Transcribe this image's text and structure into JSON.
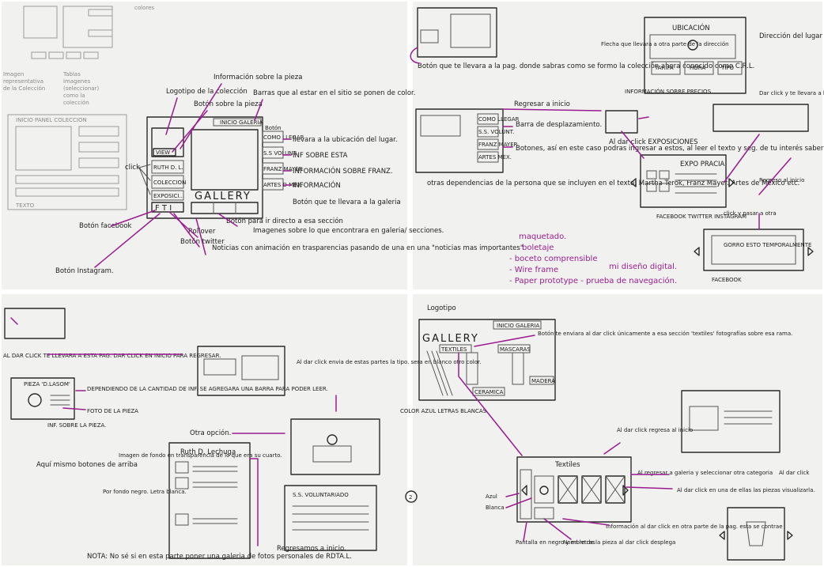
{
  "panel1": {
    "top_faint": "colores",
    "faint_left_1": "Imagen",
    "faint_left_2": "representativa",
    "faint_left_3": "de la Colección",
    "faint_mid_1": "Tablas",
    "faint_mid_2": "imagenes",
    "faint_mid_3": "(seleccionar)",
    "faint_mid_4": "como la",
    "faint_mid_5": "colección",
    "faint_nav": "INICIO  PANEL  COLECCION",
    "faint_texto": "TEXTO",
    "note_logo": "Logotipo de la colección",
    "note_info": "Información sobre la pieza",
    "note_boton_sobre": "Botón sobre la pieza",
    "note_barras": "Barras que al estar en el sitio se ponen de color.",
    "nav": "INICIO  GALERIA",
    "view": "VIEW",
    "menu": [
      "RUTH D. L.",
      "COLECCION",
      "EXPOSICI..."
    ],
    "social": "F T I",
    "click": "click",
    "gallery": "GALLERY",
    "side_menu": [
      "COMO LLEGAR",
      "S.S VOLUNT.",
      "FRANZ MAYER",
      "ARTES D MEX."
    ],
    "boton_label": "Botón",
    "side_notes": [
      "llevara a la ubicación del lugar.",
      "INF SOBRE ESTA",
      "INFORMACIÓN SOBRE FRANZ.",
      "INFORMACIÓN"
    ],
    "note_galeria": "Botón que te llevara a la galeria",
    "note_fb": "Botón facebook",
    "note_rollover": "Rollover",
    "note_twitter": "Botón twitter",
    "note_directo": "Botón para ir directo a esa sección",
    "note_imagenes": "Imagenes sobre lo que encontrara en galeria/ secciones.",
    "note_noticias": "Noticias con animación en trasparencias pasando de una en una \"noticias mas importantes\"",
    "note_instagram": "Botón Instagram."
  },
  "panel2": {
    "ubicacion": "UBICACIÓN",
    "tabs": [
      "TARIFA",
      "HORA",
      "TIPO"
    ],
    "direccion": "Dirección del lugar",
    "flecha": "Flecha que llevara a otra parte de la dirección",
    "info_precios": "INFORMACIÓN SOBRE PRECIOS",
    "dar_click": "Dar click y te llevara a la ubicación",
    "regresar": "Regresar a inicio",
    "boton_coleccion": "Botón que te llevara a la pag. donde sabras como se formo la colección ahora conocido como C.R.L.",
    "menu": [
      "COMO LLEGAR",
      "S.S. VOLUNT.",
      "FRANZ MAYER",
      "ARTES MEX."
    ],
    "barra": "Barra de desplazamiento.",
    "botones": "Botones, así en este caso podras ingresar a estos, al leer el texto y seg. de tu interés saber mas.",
    "otras": "otras dependencias de la persona que se incluyen en el texto: Martha Terok, Franz Mayer. Artes de México etc.",
    "al_dar_click": "Al dar click EXPOSICIONES",
    "expo_title": "EXPO PRACIA",
    "facebook": "FACEBOOK TWITTER INSTAGRAM",
    "regreso": "Regreso al inicio",
    "click_pasar": "click y pasar a otra",
    "gorro": "GORRO ESTO TEMPORALMENTE",
    "facebook2": "FACEBOOK",
    "purple_notes": [
      "maquetado.",
      "boletaje",
      "- boceto comprensible",
      "- Wire frame",
      "- Paper prototype - prueba de navegación.",
      "mi diseño digital."
    ]
  },
  "panel3": {
    "al_dar_click": "AL DAR CLICK TE LLEVARA A ESTA PAG. DAR CLICK EN INICIO PARA REGRESAR.",
    "pieza": "PIEZA 'D.LASOM'",
    "dependiendo": "DEPENDIENDO DE LA CANTIDAD DE INF. SE AGREGARA UNA BARRA PARA PODER LEER.",
    "foto": "FOTO DE LA PIEZA",
    "inf_pieza": "INF. SOBRE LA PIEZA.",
    "al_dar_click2": "Al dar click envia de estas partes la tipo. sera en blanco otro color.",
    "otra_opcion": "Otra opción.",
    "ruth": "Ruth D. Lechuga",
    "aqui_mismo": "Aquí mismo botones de arriba",
    "imagen_fondo": "Imagen de fondo en transparencia de lo que era su cuarto.",
    "fondo_negro": "Por fondo negro. Letra blanca.",
    "voluntariado": "S.S. VOLUNTARIADO",
    "regresamos": "Regresamos a inicio.",
    "nota": "NOTA: No sé si en esta parte poner una galeria de fotos personales de RDTA.L."
  },
  "panel4": {
    "logotipo": "Logotipo",
    "nav": "INICIO  GALERIA",
    "gallery": "GALLERY",
    "textiles": "TEXTILES",
    "mascaras": "MASCARAS",
    "ceramica": "CERAMICA",
    "madera": "MADERA",
    "boton_envia": "Botón te enviara al dar click únicamente a esa sección 'textiles' fotografías sobre esa rama.",
    "color_azul": "COLOR AZUL LETRAS BLANCAS",
    "al_dar_click_inicio": "Al dar click regresa al inicio",
    "textiles_header": "Textiles",
    "al_regresar": "Al regresar a galeria y seleccionar otra categoria",
    "al_dar_click_img": "Al dar click en una de ellas las piezas visualizarla.",
    "al_dar_click_r": "Al dar click",
    "azul": "Azul",
    "blanca": "Blanca",
    "pantalla": "Pantalla en negro y en letras",
    "nombre": "Nombre de la pieza al dar click desplega",
    "informacion": "Información al dar click en otra parte de la pag. esta se contrae",
    "circle_num": "2"
  }
}
